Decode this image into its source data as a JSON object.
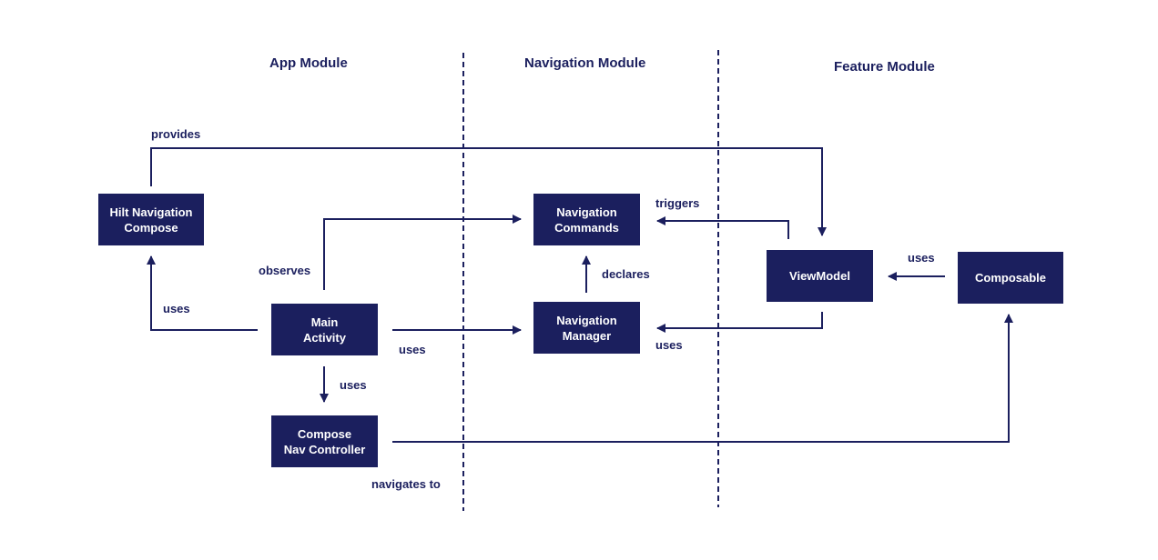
{
  "colors": {
    "ink": "#1b1f5e",
    "background": "#ffffff",
    "box_text": "#ffffff"
  },
  "modules": {
    "app": "App Module",
    "navigation": "Navigation Module",
    "feature": "Feature Module"
  },
  "nodes": {
    "hilt": "Hilt Navigation\nCompose",
    "main_activity": "Main\nActivity",
    "compose_nav": "Compose\nNav Controller",
    "nav_commands": "Navigation\nCommands",
    "nav_manager": "Navigation\nManager",
    "viewmodel": "ViewModel",
    "composable": "Composable"
  },
  "edges": {
    "provides": "provides",
    "observes": "observes",
    "uses_hilt": "uses",
    "uses_manager": "uses",
    "uses_compose_nav": "uses",
    "navigates_to": "navigates to",
    "declares": "declares",
    "triggers": "triggers",
    "uses_vm_manager": "uses",
    "uses_composable_vm": "uses"
  }
}
